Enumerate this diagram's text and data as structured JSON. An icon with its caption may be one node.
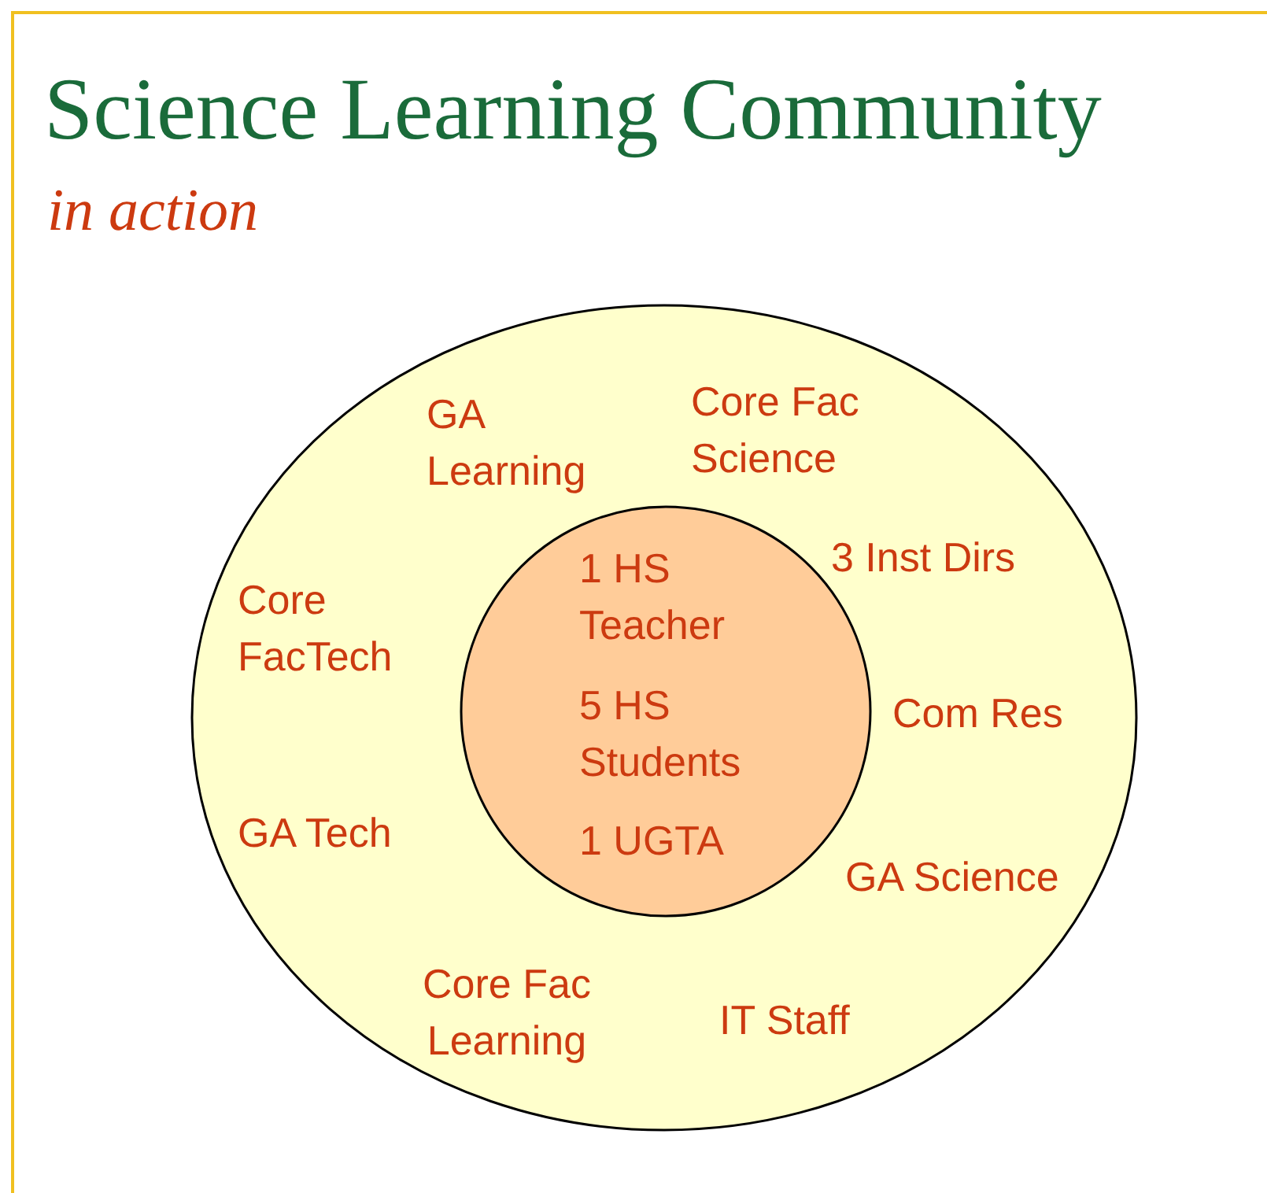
{
  "diagram": {
    "title": "Science Learning Community",
    "nodes": [
      {
        "text": [
          "GA Learning",
          "Core Fac Science",
          "3 Inst Dirs",
          "Core FacTech",
          "Com Res",
          "GA Tech",
          "GA Science",
          "Core Fac Learning",
          "IT Staff"
        ]
      },
      {
        "text": [
          "1 HS Teacher",
          "5 HS Students",
          "1 UGTA"
        ],
        "in": 0
      }
    ],
    "labels": [
      "in action"
    ]
  }
}
